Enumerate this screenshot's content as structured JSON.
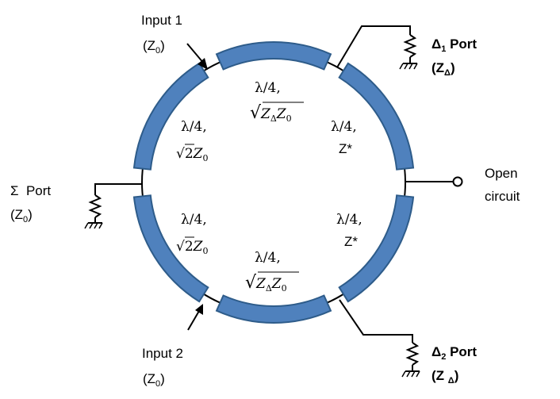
{
  "ports": {
    "input1": {
      "name": "Input 1",
      "impedance_main": "(Z",
      "impedance_sub": "0",
      "impedance_end": ")"
    },
    "input2": {
      "name": "Input 2",
      "impedance_main": "(Z",
      "impedance_sub": "0",
      "impedance_end": ")"
    },
    "sigma": {
      "name": "Σ  Port",
      "impedance_main": "(Z",
      "impedance_sub": "0",
      "impedance_end": ")"
    },
    "delta1": {
      "symbol": "Δ",
      "symbol_sub": "1",
      "name": " Port",
      "impedance_main": "(Z",
      "impedance_sub": "Δ",
      "impedance_end": ")"
    },
    "delta2": {
      "symbol": "Δ",
      "symbol_sub": "2",
      "name": " Port",
      "impedance_main": "(Z ",
      "impedance_sub": "Δ",
      "impedance_end": ")"
    },
    "open": {
      "line1": "Open",
      "line2": "circuit"
    }
  },
  "segments": {
    "top": {
      "length": "λ/4,",
      "imp_prefix": "√",
      "imp_a": "Z",
      "imp_a_sub": "Δ",
      "imp_b": "Z",
      "imp_b_sub": "0"
    },
    "bottom": {
      "length": "λ/4,",
      "imp_prefix": "√",
      "imp_a": "Z",
      "imp_a_sub": "Δ",
      "imp_b": "Z",
      "imp_b_sub": "0"
    },
    "upper_left": {
      "length": "λ/4,",
      "imp_prefix": "√2",
      "imp_a": "Z",
      "imp_a_sub": "0"
    },
    "lower_left": {
      "length": "λ/4,",
      "imp_prefix": "√2",
      "imp_a": "Z",
      "imp_a_sub": "0"
    },
    "upper_right": {
      "length": "λ/4,",
      "imp": "Z*"
    },
    "lower_right": {
      "length": "λ/4,",
      "imp": "Z*"
    }
  },
  "colors": {
    "segment_fill": "#4f81bd",
    "segment_stroke": "#2e5c8a",
    "wire": "#000000"
  }
}
